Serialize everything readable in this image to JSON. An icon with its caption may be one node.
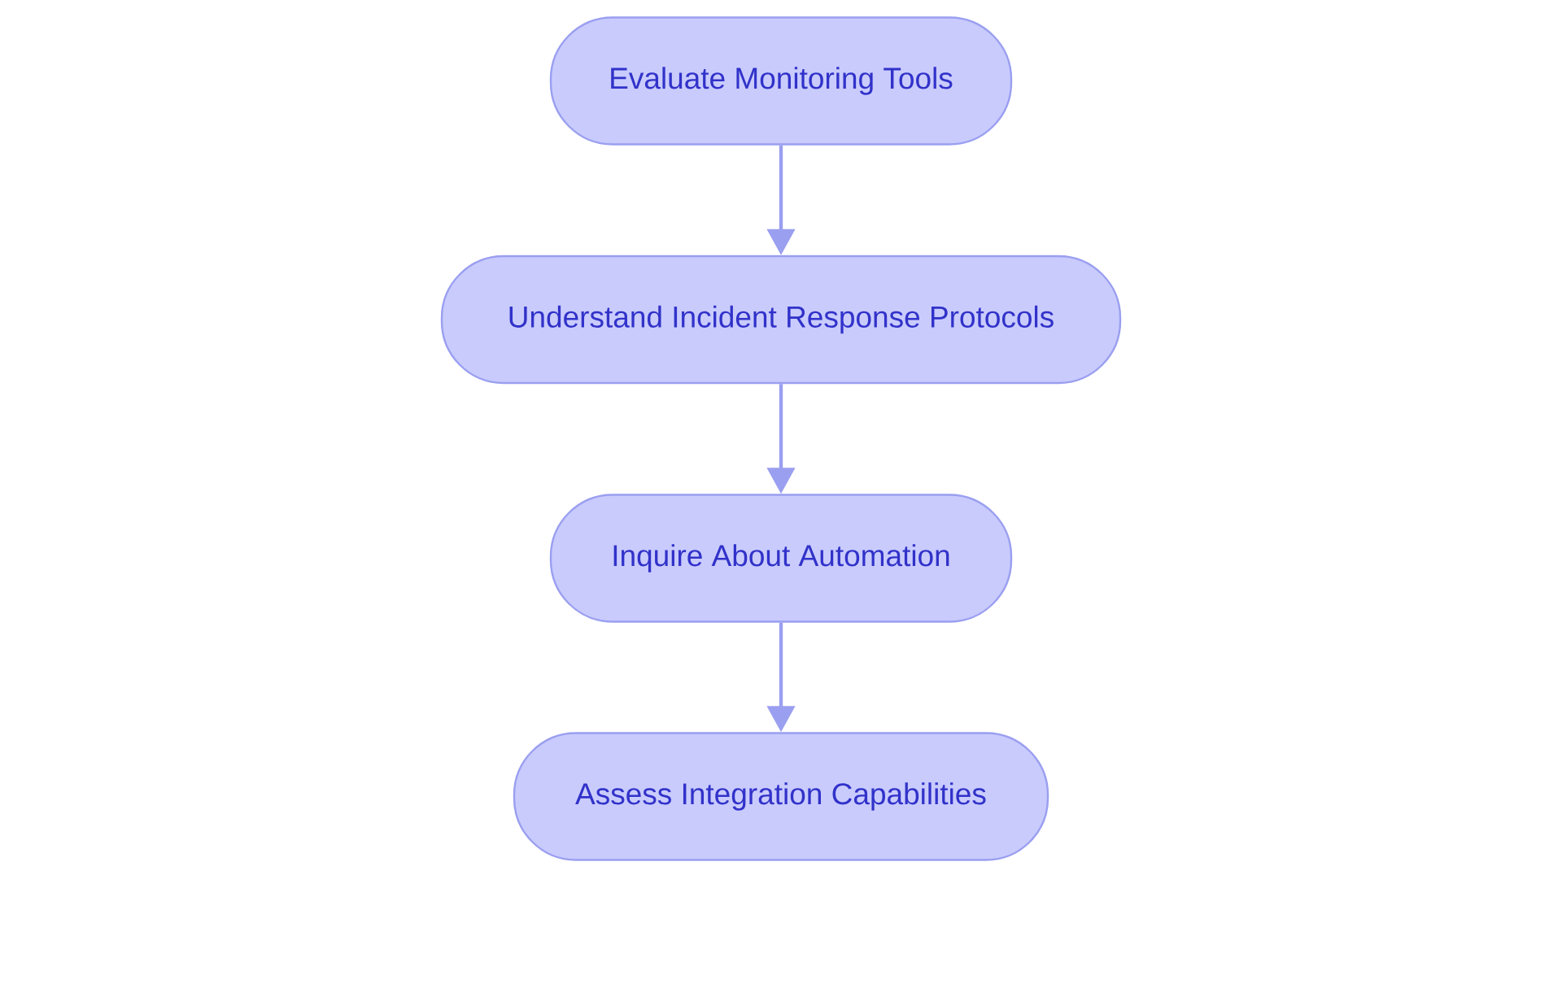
{
  "diagram": {
    "nodes": [
      {
        "text": [
          "Evaluate Monitoring Tools"
        ]
      },
      {
        "text": [
          "Understand Incident Response Protocols"
        ]
      },
      {
        "text": [
          "Inquire About Automation"
        ]
      },
      {
        "text": [
          "Assess Integration Capabilities"
        ]
      }
    ],
    "edges": [
      {
        "from": 0,
        "to": 1,
        "arrow": "to"
      },
      {
        "from": 1,
        "to": 2,
        "arrow": "to"
      },
      {
        "from": 2,
        "to": 3,
        "arrow": "to"
      }
    ]
  }
}
